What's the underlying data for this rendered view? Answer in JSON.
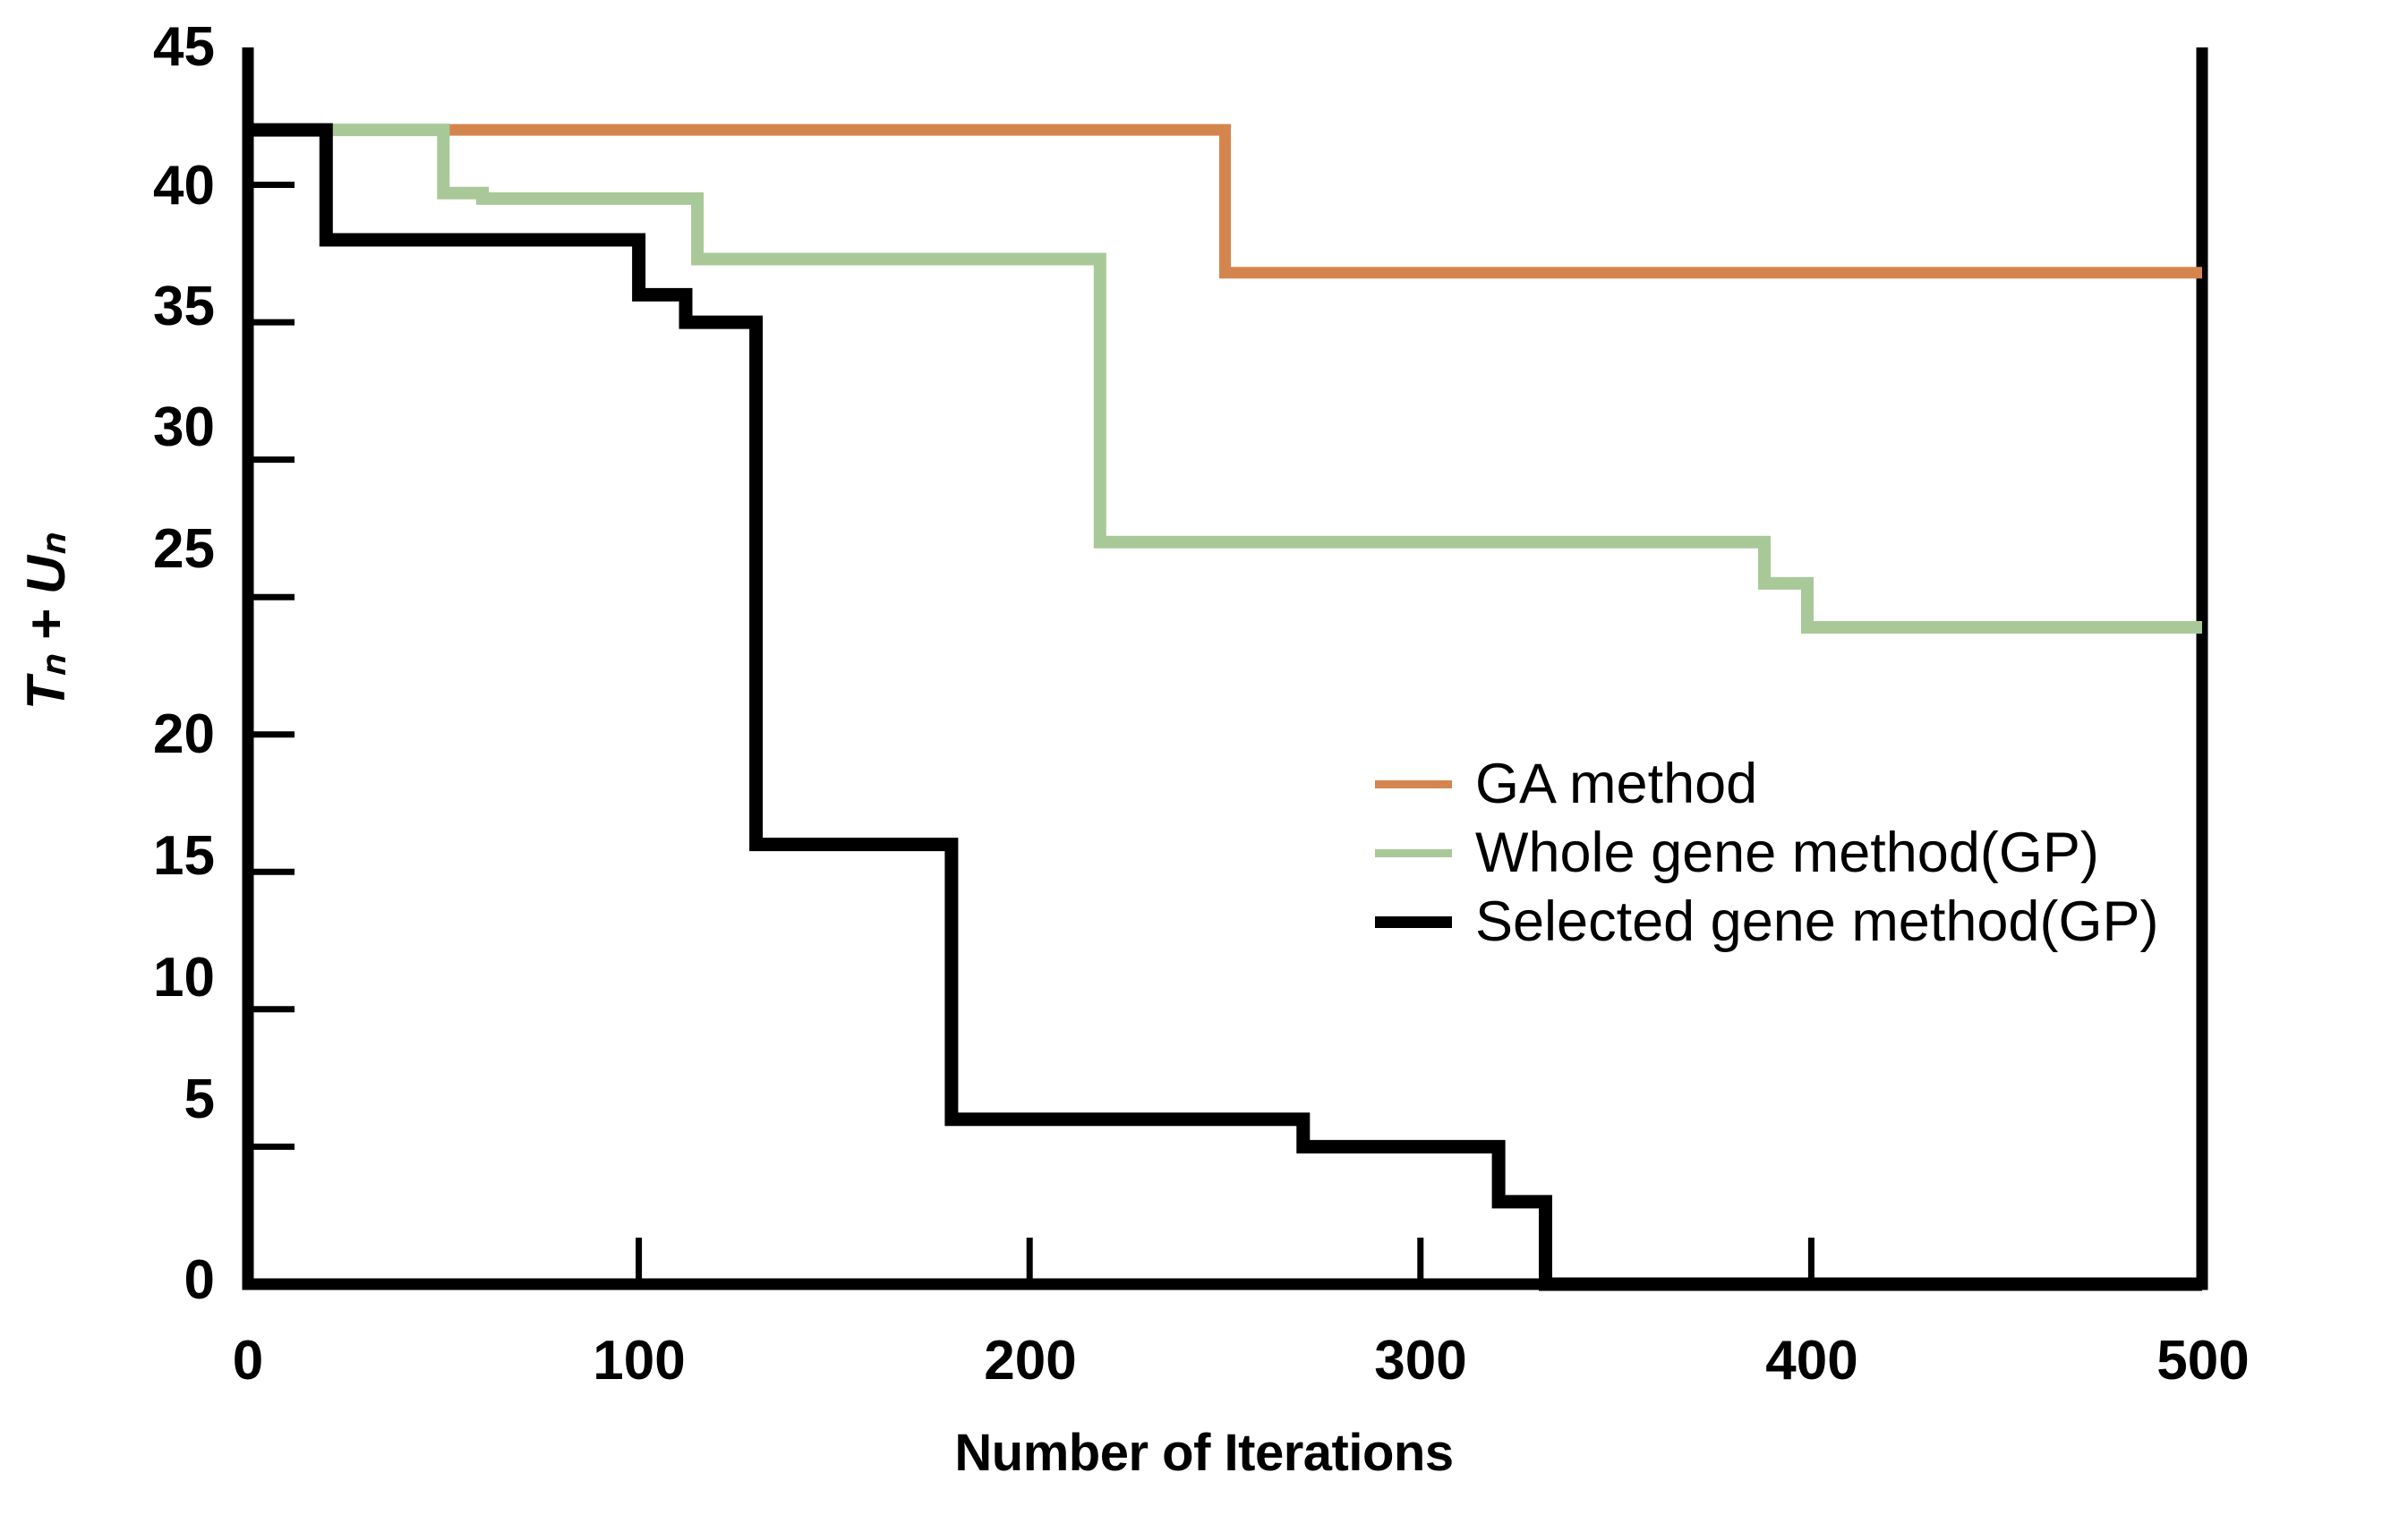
{
  "chart_data": {
    "type": "line",
    "title": "",
    "xlabel": "Number of Iterations",
    "ylabel": "T_n + U_n",
    "ylabel_parts": {
      "t": "T",
      "sub1": "n",
      "plus": " + ",
      "u": "U",
      "sub2": "n"
    },
    "xlim": [
      0,
      500
    ],
    "ylim": [
      0,
      45
    ],
    "xticks": [
      0,
      100,
      200,
      300,
      400,
      500
    ],
    "yticks": [
      0,
      5,
      10,
      15,
      20,
      25,
      30,
      35,
      40,
      45
    ],
    "xtick_labels": [
      "0",
      "100",
      "200",
      "300",
      "400",
      "500"
    ],
    "ytick_labels": [
      "0",
      "5",
      "10",
      "15",
      "20",
      "25",
      "30",
      "35",
      "40",
      "45"
    ],
    "grid": false,
    "legend_position": "center-right-inside",
    "step_style": "post",
    "series": [
      {
        "name": "GA method",
        "color": "#D4854E",
        "width": 7,
        "x": [
          0,
          250,
          250,
          500
        ],
        "y": [
          42,
          42,
          36.8,
          36.8
        ],
        "steps": [
          {
            "x": 0,
            "y": 42
          },
          {
            "x": 250,
            "y": 36.8
          },
          {
            "x": 500,
            "y": 36.8
          }
        ]
      },
      {
        "name": "Whole gene method(GP)",
        "color": "#A9C898",
        "width": 8,
        "x": [
          0,
          50,
          50,
          60,
          60,
          115,
          115,
          218,
          218,
          388,
          388,
          399,
          399,
          500
        ],
        "y": [
          42,
          42,
          39.7,
          39.7,
          39.5,
          39.5,
          37.3,
          37.3,
          27,
          27,
          25.5,
          25.5,
          23.9,
          23.9
        ],
        "steps": [
          {
            "x": 0,
            "y": 42
          },
          {
            "x": 50,
            "y": 39.7
          },
          {
            "x": 60,
            "y": 39.5
          },
          {
            "x": 115,
            "y": 37.3
          },
          {
            "x": 218,
            "y": 27.0
          },
          {
            "x": 388,
            "y": 25.5
          },
          {
            "x": 399,
            "y": 23.9
          },
          {
            "x": 500,
            "y": 23.9
          }
        ]
      },
      {
        "name": "Selected gene method(GP)",
        "color": "#000000",
        "width": 9,
        "x": [
          0,
          20,
          20,
          100,
          100,
          112,
          112,
          130,
          130,
          180,
          180,
          270,
          270,
          320,
          320,
          332,
          332
        ],
        "y": [
          42,
          42,
          38,
          38,
          36,
          36,
          35,
          35,
          16,
          16,
          6,
          6,
          5,
          5,
          3,
          3,
          0
        ],
        "steps": [
          {
            "x": 0,
            "y": 42
          },
          {
            "x": 20,
            "y": 38
          },
          {
            "x": 100,
            "y": 36
          },
          {
            "x": 112,
            "y": 35
          },
          {
            "x": 130,
            "y": 16
          },
          {
            "x": 180,
            "y": 6
          },
          {
            "x": 270,
            "y": 5
          },
          {
            "x": 320,
            "y": 3
          },
          {
            "x": 332,
            "y": 0
          }
        ]
      }
    ],
    "legend": [
      {
        "label": "GA method",
        "color": "#D4854E"
      },
      {
        "label": "Whole gene method(GP)",
        "color": "#A9C898"
      },
      {
        "label": "Selected gene method(GP)",
        "color": "#000000"
      }
    ],
    "axis_color": "#000000",
    "background": "#FFFFFF"
  },
  "axes": {
    "y_title": "Tₙ + Uₙ",
    "x_title": "Number of Iterations"
  }
}
